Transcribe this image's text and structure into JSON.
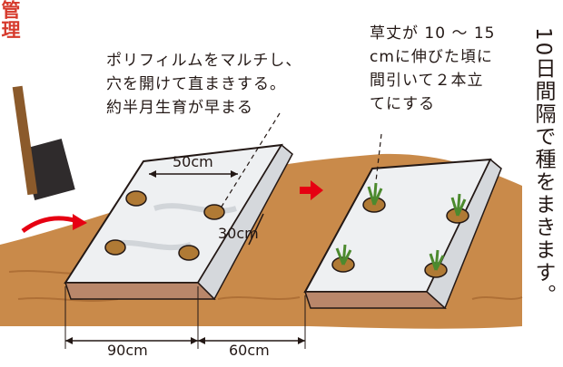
{
  "side_label": "管理",
  "left_caption": {
    "lines": [
      "ポリフィルムをマルチし、",
      "穴を開けて直まきする。",
      "約半月生育が早まる"
    ]
  },
  "right_caption": {
    "lines": [
      "草丈が 10 ～ 15",
      "cmに伸びた頃に",
      "間引いて２本立",
      "てにする"
    ]
  },
  "vertical_note": "10日間隔で種をまきます。",
  "dimensions": {
    "hole_spacing": "50cm",
    "row_spacing": "30cm",
    "bed_width": "90cm",
    "aisle_width": "60cm"
  },
  "colors": {
    "accent_red": "#e60012",
    "soil": "#c98a4a",
    "mulch": "#eef0f2",
    "hole": "#b07a35",
    "sprout": "#4c8a2e"
  }
}
